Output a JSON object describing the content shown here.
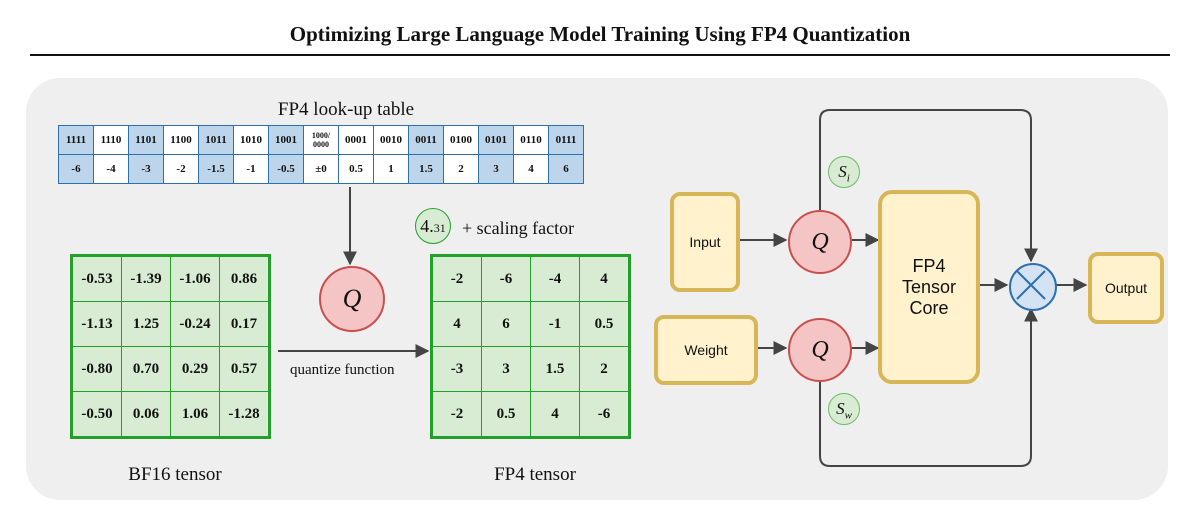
{
  "paper": {
    "title": "Optimizing Large Language Model Training Using FP4 Quantization"
  },
  "lut": {
    "title": "FP4 look-up table",
    "codes": [
      "1111",
      "1110",
      "1101",
      "1100",
      "1011",
      "1010",
      "1001",
      "1000/\n0000",
      "0001",
      "0010",
      "0011",
      "0100",
      "0101",
      "0110",
      "0111"
    ],
    "values": [
      "-6",
      "-4",
      "-3",
      "-2",
      "-1.5",
      "-1",
      "-0.5",
      "±0",
      "0.5",
      "1",
      "1.5",
      "2",
      "3",
      "4",
      "6"
    ]
  },
  "bf16": {
    "label": "BF16  tensor",
    "rows": [
      [
        "-0.53",
        "-1.39",
        "-1.06",
        "0.86"
      ],
      [
        "-1.13",
        "1.25",
        "-0.24",
        "0.17"
      ],
      [
        "-0.80",
        "0.70",
        "0.29",
        "0.57"
      ],
      [
        "-0.50",
        "0.06",
        "1.06",
        "-1.28"
      ]
    ]
  },
  "fp4": {
    "label": "FP4  tensor",
    "rows": [
      [
        "-2",
        "-6",
        "-4",
        "4"
      ],
      [
        "4",
        "6",
        "-1",
        "0.5"
      ],
      [
        "-3",
        "3",
        "1.5",
        "2"
      ],
      [
        "-2",
        "0.5",
        "4",
        "-6"
      ]
    ]
  },
  "quant": {
    "symbol": "Q",
    "function_label": "quantize function"
  },
  "scaling": {
    "value_main": "4.",
    "value_small": "31",
    "label": "+ scaling factor"
  },
  "flow": {
    "input": "Input",
    "weight": "Weight",
    "q_symbol": "Q",
    "core_line1": "FP4",
    "core_line2": "Tensor",
    "core_line3": "Core",
    "output": "Output",
    "si": {
      "base": "S",
      "sub": "i"
    },
    "sw": {
      "base": "S",
      "sub": "w"
    }
  }
}
